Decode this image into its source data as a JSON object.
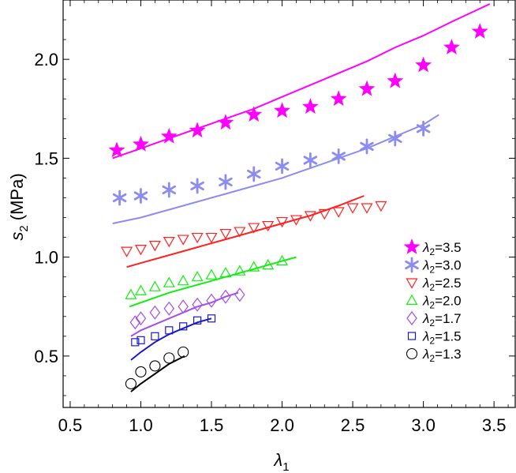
{
  "chart_data": {
    "type": "scatter",
    "title": "",
    "xlabel": {
      "symbol": "λ",
      "subscript": "1"
    },
    "ylabel": {
      "symbol": "s",
      "subscript": "2",
      "unit": " (MPa)"
    },
    "xlim": [
      0.45,
      3.65
    ],
    "ylim": [
      0.24,
      2.3
    ],
    "xticks": [
      0.5,
      1.0,
      1.5,
      2.0,
      2.5,
      3.0,
      3.5
    ],
    "xtick_labels": [
      "0.5",
      "1.0",
      "1.5",
      "2.0",
      "2.5",
      "3.0",
      "3.5"
    ],
    "yticks": [
      0.5,
      1.0,
      1.5,
      2.0
    ],
    "ytick_labels": [
      "0.5",
      "1.0",
      "1.5",
      "2.0"
    ],
    "legend_position": "bottom-right",
    "series": [
      {
        "name": "λ2=3.5",
        "legend_prefix": "λ",
        "legend_sub": "2",
        "legend_suffix": "=3.5",
        "marker": "star-filled",
        "color": "#ff00ff",
        "points": [
          [
            0.83,
            1.54
          ],
          [
            1.0,
            1.57
          ],
          [
            1.2,
            1.61
          ],
          [
            1.4,
            1.64
          ],
          [
            1.6,
            1.68
          ],
          [
            1.8,
            1.72
          ],
          [
            2.0,
            1.74
          ],
          [
            2.2,
            1.76
          ],
          [
            2.4,
            1.8
          ],
          [
            2.6,
            1.85
          ],
          [
            2.8,
            1.89
          ],
          [
            3.0,
            1.97
          ],
          [
            3.2,
            2.06
          ],
          [
            3.4,
            2.14
          ]
        ],
        "curve": [
          [
            0.8,
            1.5
          ],
          [
            1.0,
            1.55
          ],
          [
            1.2,
            1.6
          ],
          [
            1.4,
            1.65
          ],
          [
            1.6,
            1.7
          ],
          [
            1.8,
            1.75
          ],
          [
            2.0,
            1.81
          ],
          [
            2.2,
            1.87
          ],
          [
            2.4,
            1.93
          ],
          [
            2.6,
            1.99
          ],
          [
            2.8,
            2.06
          ],
          [
            3.0,
            2.12
          ],
          [
            3.2,
            2.19
          ],
          [
            3.47,
            2.28
          ]
        ]
      },
      {
        "name": "λ2=3.0",
        "legend_prefix": "λ",
        "legend_sub": "2",
        "legend_suffix": "=3.0",
        "marker": "asterisk",
        "color": "#8c8cf0",
        "points": [
          [
            0.85,
            1.3
          ],
          [
            1.0,
            1.31
          ],
          [
            1.2,
            1.34
          ],
          [
            1.4,
            1.36
          ],
          [
            1.6,
            1.38
          ],
          [
            1.8,
            1.42
          ],
          [
            2.0,
            1.46
          ],
          [
            2.2,
            1.49
          ],
          [
            2.4,
            1.51
          ],
          [
            2.6,
            1.56
          ],
          [
            2.8,
            1.6
          ],
          [
            3.0,
            1.65
          ]
        ],
        "curve": [
          [
            0.8,
            1.17
          ],
          [
            1.0,
            1.2
          ],
          [
            1.2,
            1.24
          ],
          [
            1.4,
            1.28
          ],
          [
            1.6,
            1.32
          ],
          [
            1.8,
            1.36
          ],
          [
            2.0,
            1.4
          ],
          [
            2.2,
            1.45
          ],
          [
            2.4,
            1.5
          ],
          [
            2.6,
            1.55
          ],
          [
            2.8,
            1.61
          ],
          [
            3.0,
            1.67
          ],
          [
            3.11,
            1.72
          ]
        ]
      },
      {
        "name": "λ2=2.5",
        "legend_prefix": "λ",
        "legend_sub": "2",
        "legend_suffix": "=2.5",
        "marker": "triangle-down",
        "color": "#ff2020",
        "points": [
          [
            0.9,
            1.03
          ],
          [
            1.0,
            1.04
          ],
          [
            1.1,
            1.06
          ],
          [
            1.2,
            1.08
          ],
          [
            1.3,
            1.09
          ],
          [
            1.4,
            1.1
          ],
          [
            1.5,
            1.1
          ],
          [
            1.6,
            1.12
          ],
          [
            1.7,
            1.13
          ],
          [
            1.8,
            1.15
          ],
          [
            1.9,
            1.16
          ],
          [
            2.0,
            1.18
          ],
          [
            2.1,
            1.19
          ],
          [
            2.2,
            1.21
          ],
          [
            2.3,
            1.22
          ],
          [
            2.4,
            1.23
          ],
          [
            2.5,
            1.25
          ],
          [
            2.6,
            1.25
          ],
          [
            2.7,
            1.26
          ]
        ],
        "curve": [
          [
            0.9,
            0.95
          ],
          [
            1.0,
            0.97
          ],
          [
            1.2,
            1.01
          ],
          [
            1.4,
            1.05
          ],
          [
            1.6,
            1.09
          ],
          [
            1.8,
            1.13
          ],
          [
            2.0,
            1.17
          ],
          [
            2.2,
            1.21
          ],
          [
            2.4,
            1.26
          ],
          [
            2.58,
            1.31
          ]
        ]
      },
      {
        "name": "λ2=2.0",
        "legend_prefix": "λ",
        "legend_sub": "2",
        "legend_suffix": "=2.0",
        "marker": "triangle-up",
        "color": "#10ee10",
        "points": [
          [
            0.93,
            0.81
          ],
          [
            1.0,
            0.83
          ],
          [
            1.1,
            0.85
          ],
          [
            1.2,
            0.87
          ],
          [
            1.3,
            0.88
          ],
          [
            1.4,
            0.9
          ],
          [
            1.5,
            0.91
          ],
          [
            1.6,
            0.92
          ],
          [
            1.7,
            0.93
          ],
          [
            1.8,
            0.95
          ],
          [
            1.9,
            0.96
          ],
          [
            2.0,
            0.98
          ]
        ],
        "curve": [
          [
            0.92,
            0.75
          ],
          [
            1.0,
            0.77
          ],
          [
            1.2,
            0.82
          ],
          [
            1.4,
            0.86
          ],
          [
            1.6,
            0.9
          ],
          [
            1.8,
            0.94
          ],
          [
            2.0,
            0.98
          ],
          [
            2.1,
            1.0
          ]
        ]
      },
      {
        "name": "λ2=1.7",
        "legend_prefix": "λ",
        "legend_sub": "2",
        "legend_suffix": "=1.7",
        "marker": "diamond",
        "color": "#a24ee8",
        "points": [
          [
            0.96,
            0.67
          ],
          [
            1.0,
            0.69
          ],
          [
            1.1,
            0.72
          ],
          [
            1.2,
            0.74
          ],
          [
            1.3,
            0.75
          ],
          [
            1.4,
            0.76
          ],
          [
            1.5,
            0.78
          ],
          [
            1.6,
            0.8
          ],
          [
            1.7,
            0.81
          ]
        ],
        "curve": [
          [
            0.93,
            0.6
          ],
          [
            1.0,
            0.63
          ],
          [
            1.1,
            0.66
          ],
          [
            1.2,
            0.69
          ],
          [
            1.3,
            0.72
          ],
          [
            1.4,
            0.75
          ],
          [
            1.5,
            0.77
          ],
          [
            1.6,
            0.8
          ],
          [
            1.69,
            0.82
          ]
        ]
      },
      {
        "name": "λ2=1.5",
        "legend_prefix": "λ",
        "legend_sub": "2",
        "legend_suffix": "=1.5",
        "marker": "square",
        "color": "#1919cc",
        "points": [
          [
            0.96,
            0.57
          ],
          [
            1.0,
            0.58
          ],
          [
            1.1,
            0.6
          ],
          [
            1.2,
            0.63
          ],
          [
            1.3,
            0.65
          ],
          [
            1.4,
            0.68
          ],
          [
            1.5,
            0.69
          ]
        ],
        "curve": [
          [
            0.93,
            0.48
          ],
          [
            1.0,
            0.52
          ],
          [
            1.1,
            0.57
          ],
          [
            1.2,
            0.61
          ],
          [
            1.3,
            0.64
          ],
          [
            1.4,
            0.67
          ],
          [
            1.5,
            0.69
          ]
        ]
      },
      {
        "name": "λ2=1.3",
        "legend_prefix": "λ",
        "legend_sub": "2",
        "legend_suffix": "=1.3",
        "marker": "circle",
        "color": "#000000",
        "points": [
          [
            0.93,
            0.36
          ],
          [
            1.0,
            0.42
          ],
          [
            1.1,
            0.45
          ],
          [
            1.2,
            0.49
          ],
          [
            1.3,
            0.52
          ]
        ],
        "curve": [
          [
            0.93,
            0.32
          ],
          [
            1.0,
            0.36
          ],
          [
            1.1,
            0.41
          ],
          [
            1.2,
            0.46
          ],
          [
            1.31,
            0.5
          ]
        ]
      }
    ]
  }
}
